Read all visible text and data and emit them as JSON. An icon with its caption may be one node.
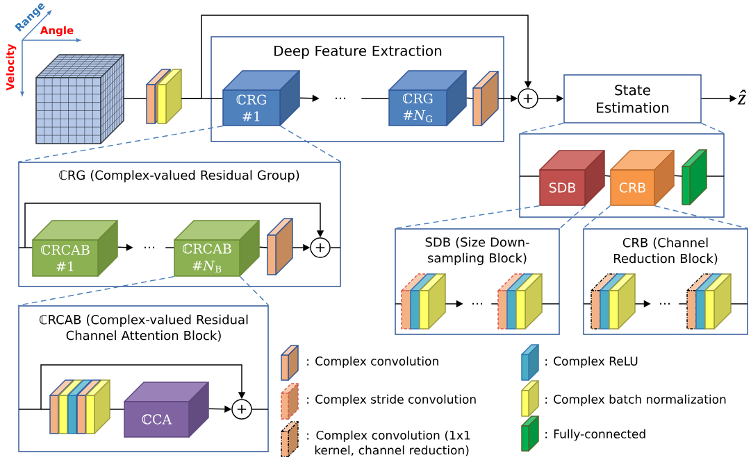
{
  "diagram": {
    "nodes": [
      {
        "text": [],
        "shape": "cube"
      },
      {
        "text": [],
        "shape": "box"
      },
      {
        "text": [
          "Deep Feature Extraction"
        ]
      },
      {
        "text": [
          "ℂRG #1"
        ],
        "in": 2
      },
      {
        "text": [
          "ℂRG #*N*$_{G}$"
        ],
        "in": 2
      },
      {
        "text": [],
        "shape": "box",
        "in": 2
      },
      {
        "text": [
          "+"
        ]
      },
      {
        "text": [
          "State Estimation"
        ]
      },
      {
        "text": [
          "ẑ"
        ]
      },
      {
        "text": [],
        "shape": "box"
      },
      {
        "text": [
          "SDB"
        ],
        "in": 9
      },
      {
        "text": [
          "CRB"
        ],
        "in": 9
      },
      {
        "text": [],
        "shape": "box",
        "in": 9
      },
      {
        "text": [
          "ℂRG (Complex-valued Residual Group)"
        ]
      },
      {
        "text": [
          "ℂRCAB #1"
        ],
        "in": 13
      },
      {
        "text": [
          "ℂRCAB #*N*$_{B}$"
        ],
        "in": 13
      },
      {
        "text": [],
        "shape": "box",
        "in": 13
      },
      {
        "text": [
          "+"
        ],
        "in": 13
      },
      {
        "text": [
          "SDB (Size Down-sampling Block)"
        ]
      },
      {
        "text": [],
        "shape": "box",
        "in": 18
      },
      {
        "text": [],
        "shape": "box",
        "in": 18
      },
      {
        "text": [
          "CRB (Channel Reduction Block)"
        ]
      },
      {
        "text": [],
        "shape": "box",
        "in": 21
      },
      {
        "text": [],
        "shape": "box",
        "in": 21
      },
      {
        "text": [
          "ℂRCAB (Complex-valued Residual Channel Attention Block)"
        ]
      },
      {
        "text": [],
        "shape": "box",
        "in": 24
      },
      {
        "text": [
          "ℂCA"
        ],
        "in": 24
      },
      {
        "text": [
          "+"
        ],
        "in": 24
      },
      {
        "text": [
          "…"
        ],
        "in": 2
      },
      {
        "text": [
          "…"
        ],
        "in": 13
      },
      {
        "text": [
          "…"
        ],
        "in": 18
      },
      {
        "text": [
          "…"
        ],
        "in": 21
      }
    ],
    "edges": [
      {
        "from": 0,
        "to": 1,
        "arrow": "none"
      },
      {
        "from": 1,
        "to": 3,
        "arrow": "none"
      },
      {
        "from": 1,
        "to": 6,
        "arrow": "to"
      },
      {
        "from": 3,
        "to": 28,
        "arrow": "to"
      },
      {
        "from": 4,
        "to": 5,
        "arrow": "none"
      },
      {
        "from": 5,
        "to": 6,
        "arrow": "to"
      },
      {
        "from": 6,
        "to": 7,
        "arrow": "to"
      },
      {
        "from": 7,
        "to": 8,
        "arrow": "to"
      },
      {
        "from": null,
        "to": 10,
        "arrow": "none"
      },
      {
        "from": 10,
        "to": 11,
        "arrow": "none"
      },
      {
        "from": 11,
        "to": 12,
        "arrow": "none"
      },
      {
        "from": 12,
        "to": null,
        "arrow": "none"
      },
      {
        "from": null,
        "to": 14,
        "arrow": "none"
      },
      {
        "from": null,
        "to": 17,
        "arrow": "to"
      },
      {
        "from": 14,
        "to": 29,
        "arrow": "to"
      },
      {
        "from": 15,
        "to": 16,
        "arrow": "none"
      },
      {
        "from": 16,
        "to": 17,
        "arrow": "to"
      },
      {
        "from": 17,
        "to": null,
        "arrow": "none"
      },
      {
        "from": null,
        "to": 19,
        "arrow": "none"
      },
      {
        "from": 19,
        "to": 30,
        "arrow": "to"
      },
      {
        "from": 20,
        "to": null,
        "arrow": "none"
      },
      {
        "from": null,
        "to": 22,
        "arrow": "none"
      },
      {
        "from": 22,
        "to": 31,
        "arrow": "to"
      },
      {
        "from": 23,
        "to": null,
        "arrow": "none"
      },
      {
        "from": null,
        "to": 25,
        "arrow": "none"
      },
      {
        "from": null,
        "to": 27,
        "arrow": "to"
      },
      {
        "from": 25,
        "to": 26,
        "arrow": "none"
      },
      {
        "from": 26,
        "to": 27,
        "arrow": "to"
      },
      {
        "from": 27,
        "to": null,
        "arrow": "none"
      },
      {
        "from": 3,
        "to": 13,
        "arrow": "none",
        "style": "dashed",
        "color": "#4a7ebb"
      },
      {
        "from": 3,
        "to": 13,
        "arrow": "none",
        "style": "dashed",
        "color": "#4a7ebb"
      },
      {
        "from": 7,
        "to": 9,
        "arrow": "none",
        "style": "dashed",
        "color": "#4a7ebb"
      },
      {
        "from": 7,
        "to": 9,
        "arrow": "none",
        "style": "dashed",
        "color": "#4a7ebb"
      },
      {
        "from": 15,
        "to": 24,
        "arrow": "none",
        "style": "dashed",
        "color": "#4a7ebb"
      },
      {
        "from": 15,
        "to": 24,
        "arrow": "none",
        "style": "dashed",
        "color": "#4a7ebb"
      },
      {
        "from": 10,
        "to": 18,
        "arrow": "none",
        "style": "dashed",
        "color": "#4a7ebb"
      },
      {
        "from": 10,
        "to": 18,
        "arrow": "none",
        "style": "dashed",
        "color": "#4a7ebb"
      },
      {
        "from": 11,
        "to": 21,
        "arrow": "none",
        "style": "dashed",
        "color": "#4a7ebb"
      },
      {
        "from": 11,
        "to": 21,
        "arrow": "none",
        "style": "dashed",
        "color": "#4a7ebb"
      },
      {
        "from": 28,
        "to": 4,
        "arrow": "none"
      },
      {
        "from": 29,
        "to": 15,
        "arrow": "none"
      },
      {
        "from": 30,
        "to": 20,
        "arrow": "none"
      },
      {
        "from": 31,
        "to": 23,
        "arrow": "none"
      }
    ],
    "labels": [
      "Range",
      "Angle",
      "Velocity"
    ],
    "legend": [
      {
        "text": ": Complex convolution"
      },
      {
        "text": ": Complex stride convolution"
      },
      {
        "text": ": Complex convolution (1x1 kernel, channel reduction)"
      },
      {
        "text": ": Complex ReLU"
      },
      {
        "text": ": Complex batch normalization"
      },
      {
        "text": ": Fully-connected"
      }
    ]
  }
}
